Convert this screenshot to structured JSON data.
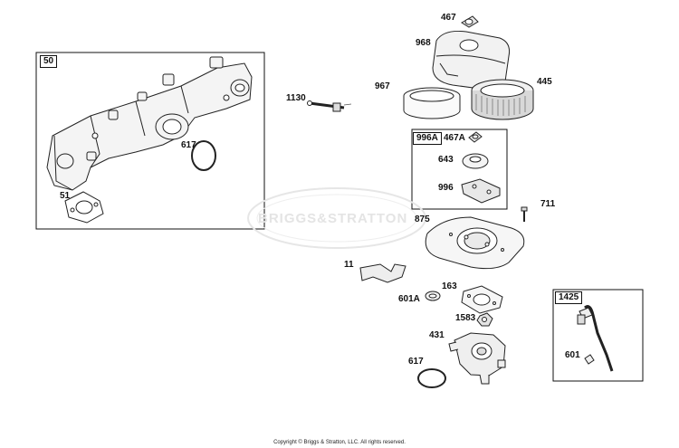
{
  "watermark": "BRIGGS&STRATTON",
  "copyright": "Copyright © Briggs & Stratton, LLC. All rights reserved.",
  "boxes": {
    "box_50": "50",
    "box_996a": "996A",
    "box_1425": "1425"
  },
  "labels": {
    "l_467_top": "467",
    "l_968": "968",
    "l_967": "967",
    "l_445": "445",
    "l_1130": "1130",
    "l_467a": "467A",
    "l_643": "643",
    "l_996": "996",
    "l_711": "711",
    "l_875": "875",
    "l_617_left": "617",
    "l_51": "51",
    "l_11": "11",
    "l_163": "163",
    "l_601a": "601A",
    "l_1583": "1583",
    "l_431": "431",
    "l_617_bottom": "617",
    "l_601": "601"
  }
}
